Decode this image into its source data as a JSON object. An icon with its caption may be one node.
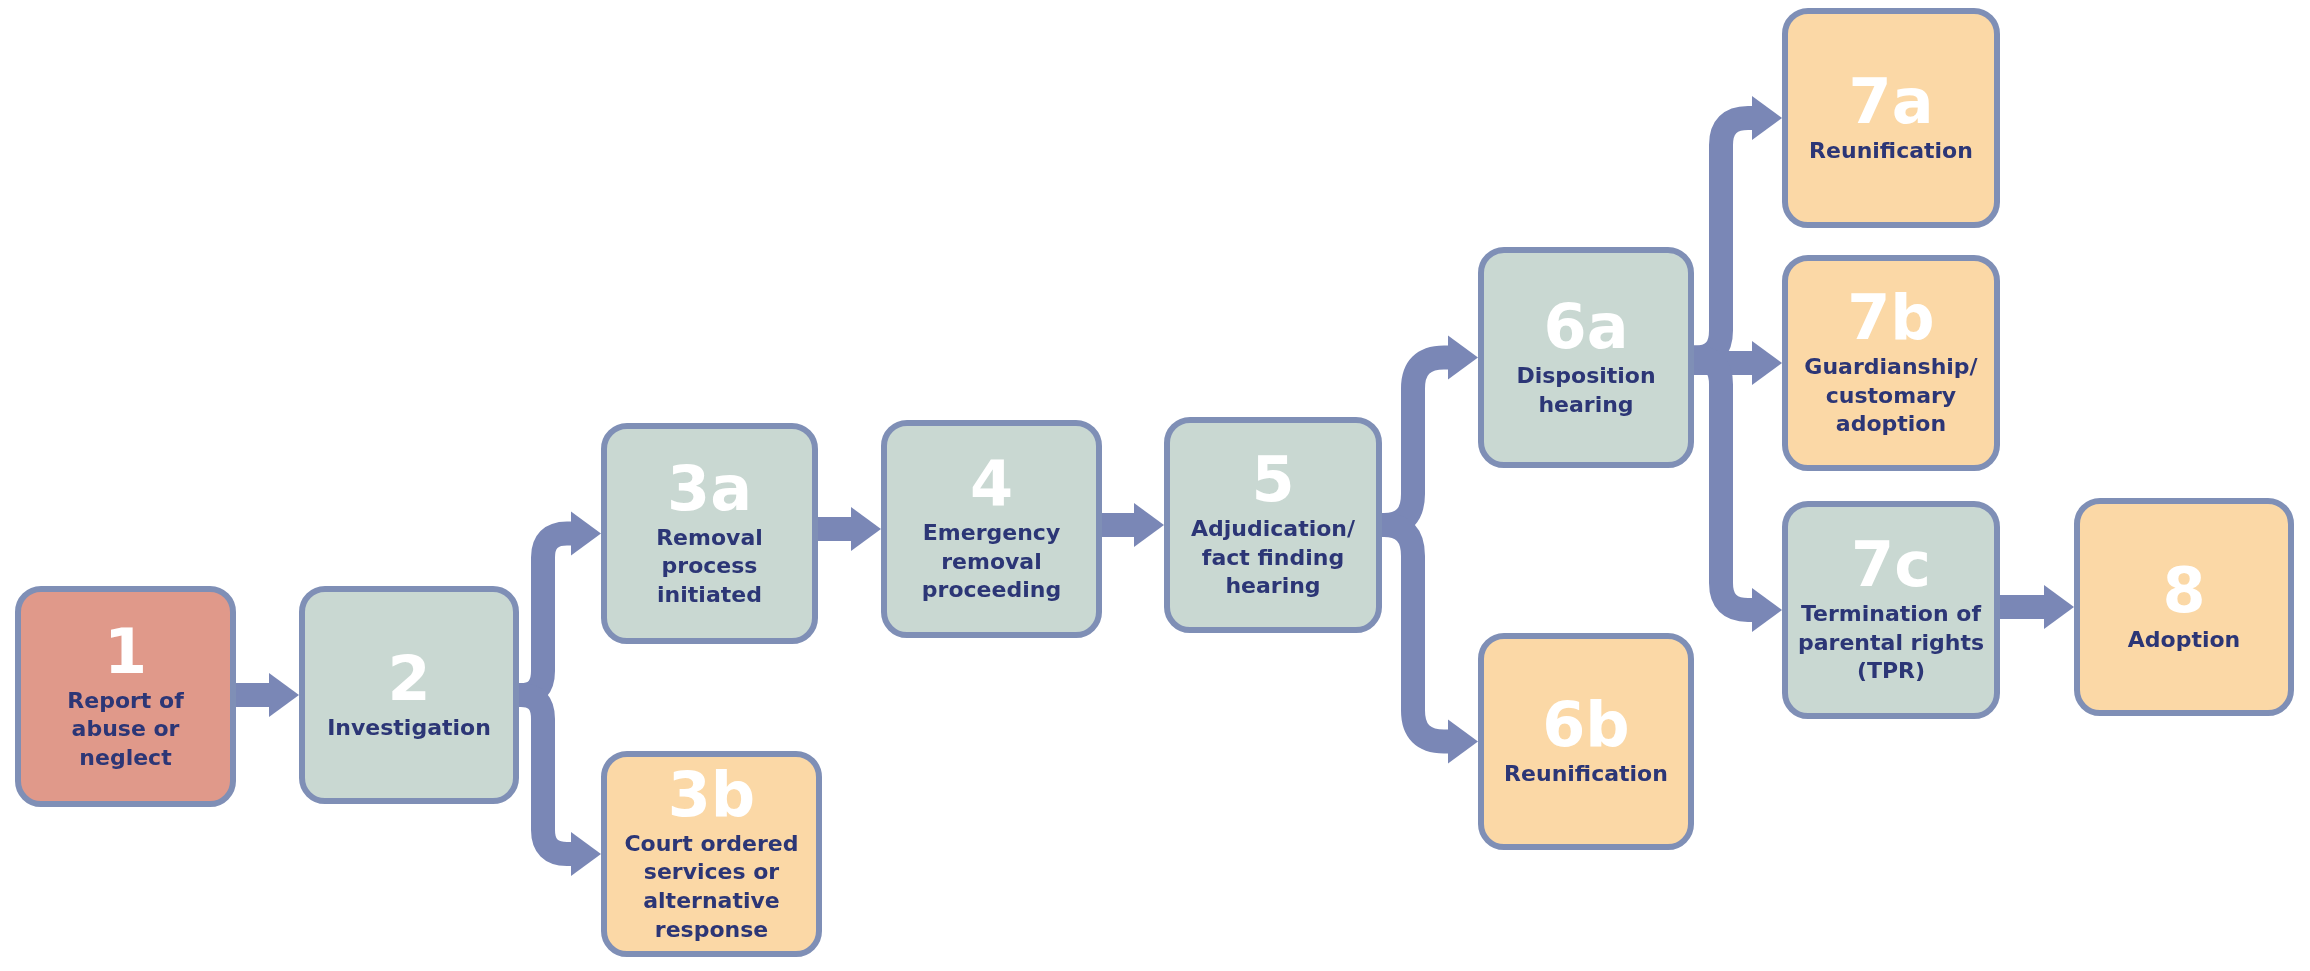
{
  "diagram": {
    "nodes": [
      {
        "text": [
          "1",
          "Report of abuse or neglect"
        ]
      },
      {
        "text": [
          "2",
          "Investigation"
        ]
      },
      {
        "text": [
          "3a",
          "Removal process initiated"
        ]
      },
      {
        "text": [
          "3b",
          "Court ordered services or alternative response"
        ]
      },
      {
        "text": [
          "4",
          "Emergency removal proceeding"
        ]
      },
      {
        "text": [
          "5",
          "Adjudication/ fact finding hearing"
        ]
      },
      {
        "text": [
          "6a",
          "Disposition hearing"
        ]
      },
      {
        "text": [
          "6b",
          "Reunification"
        ]
      },
      {
        "text": [
          "7a",
          "Reunification"
        ]
      },
      {
        "text": [
          "7b",
          "Guardianship/ customary adoption"
        ]
      },
      {
        "text": [
          "7c",
          "Termination of parental rights (TPR)"
        ]
      },
      {
        "text": [
          "8",
          "Adoption"
        ]
      }
    ],
    "edges": [
      {
        "from": 0,
        "to": 1,
        "arrow": "to"
      },
      {
        "from": 1,
        "to": 2,
        "arrow": "to"
      },
      {
        "from": 1,
        "to": 3,
        "arrow": "to"
      },
      {
        "from": 2,
        "to": 4,
        "arrow": "to"
      },
      {
        "from": 4,
        "to": 5,
        "arrow": "to"
      },
      {
        "from": 5,
        "to": 6,
        "arrow": "to"
      },
      {
        "from": 5,
        "to": 7,
        "arrow": "to"
      },
      {
        "from": 6,
        "to": 8,
        "arrow": "to"
      },
      {
        "from": 6,
        "to": 9,
        "arrow": "to"
      },
      {
        "from": 6,
        "to": 10,
        "arrow": "to"
      },
      {
        "from": 10,
        "to": 11,
        "arrow": "to"
      }
    ]
  }
}
